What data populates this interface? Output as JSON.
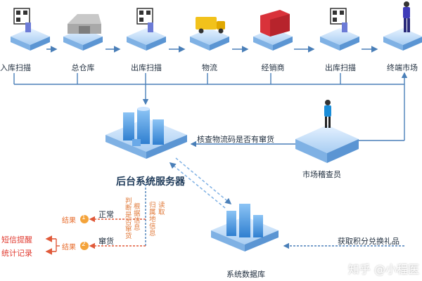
{
  "flow": {
    "steps": [
      "入库扫描",
      "总仓库",
      "出库扫描",
      "物流",
      "经销商",
      "出库扫描",
      "终端市场"
    ]
  },
  "server": {
    "label": "后台系统服务器"
  },
  "inspector": {
    "label": "市场稽查员"
  },
  "db": {
    "label": "系统数据库"
  },
  "arrows": {
    "check": "核查物流码是否有窜货",
    "redeem": "获取积分兑换礼品",
    "normal": "正常",
    "cross": "窜货"
  },
  "results": {
    "r1": "结果",
    "r2": "结果",
    "n1": "1",
    "n2": "2"
  },
  "side": {
    "sms": "短信提醒",
    "stats": "统计记录"
  },
  "vertical": {
    "judge": "判断是否窜货",
    "by": "根据信息",
    "read": "读取",
    "attribution": "归属地信息"
  },
  "watermark": "知乎 @小程医"
}
